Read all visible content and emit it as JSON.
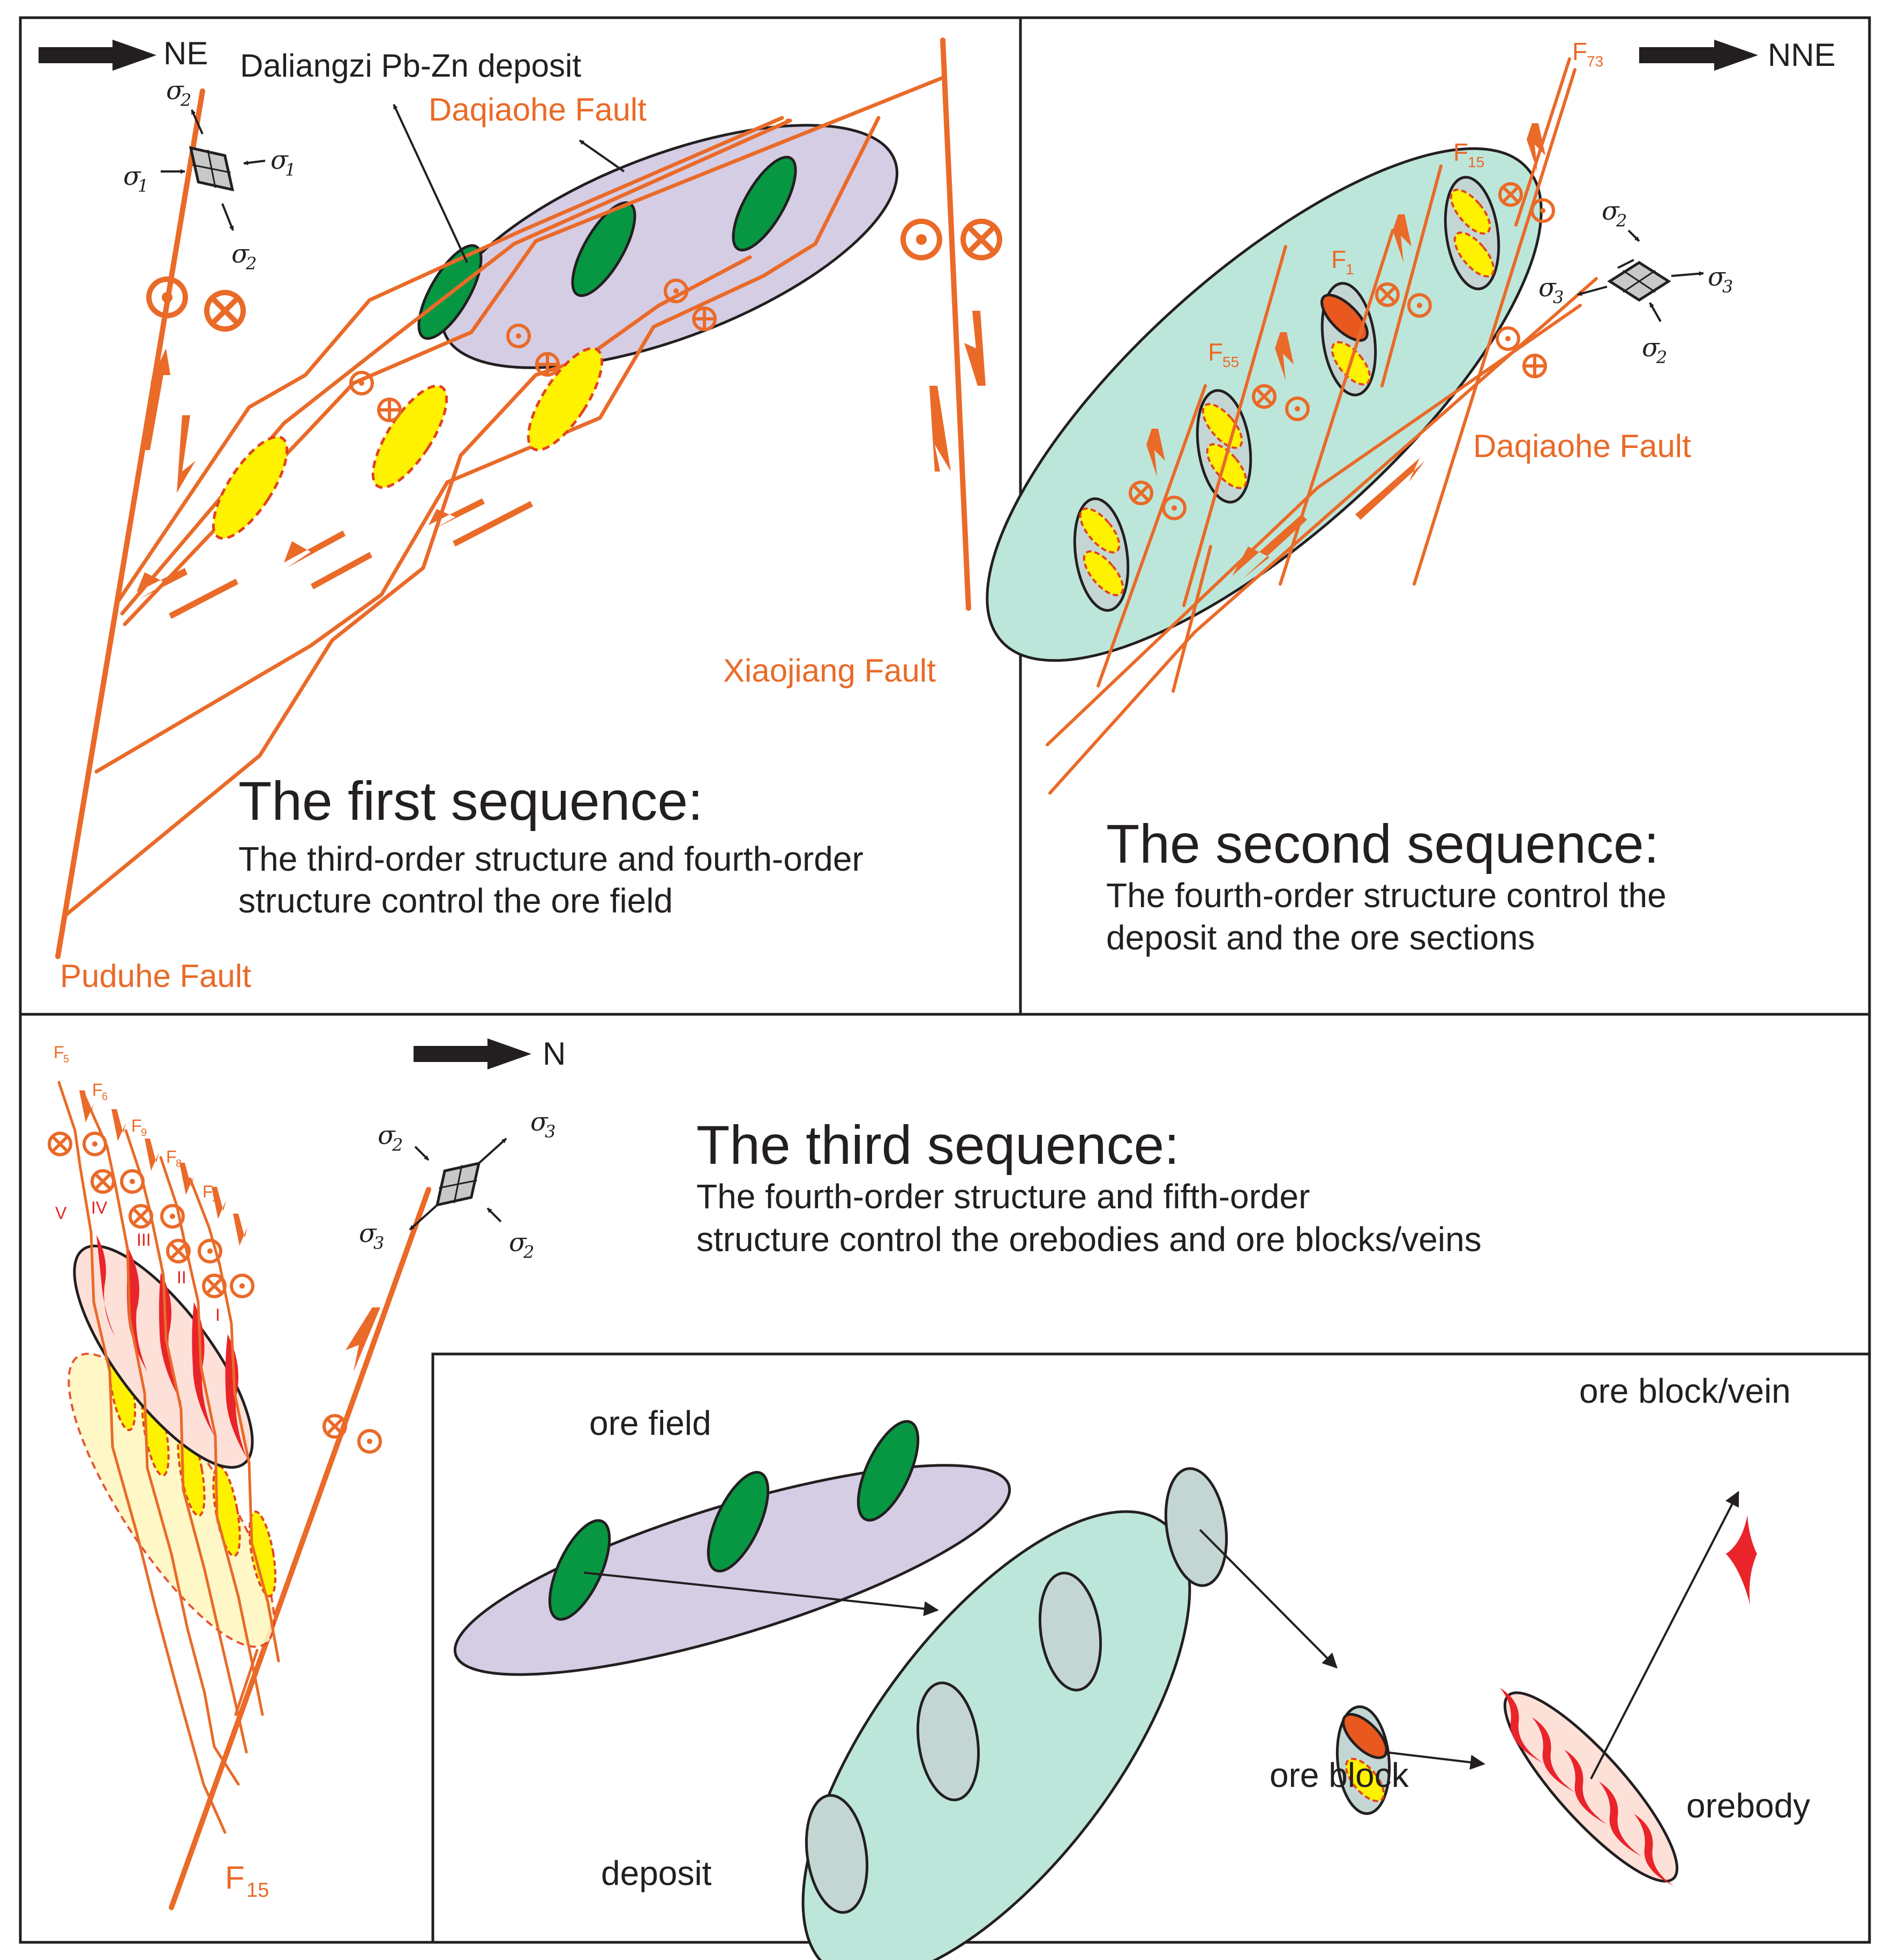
{
  "colors": {
    "fault": "#ea6a28",
    "ore_field_fill": "#d5cde4",
    "deposit_fill": "#bde6da",
    "ore_section_fill": "#c4d6d4",
    "ore_lens_green": "#079742",
    "ore_lens_yellow": "#fff200",
    "ore_block_orange": "#e9581f",
    "orebody_fill": "#fde0d8",
    "vein_red": "#e9242a",
    "text_black": "#231f20"
  },
  "panel1": {
    "direction_label": "NE",
    "deposit_label": "Daliangzi Pb-Zn deposit",
    "daqiaohe_label": "Daqiaohe Fault",
    "xiaojiang_label": "Xiaojiang Fault",
    "puduhe_label": "Puduhe Fault",
    "title": "The first sequence:",
    "desc_line1": "The third-order structure and fourth-order",
    "desc_line2": "structure control the ore field",
    "stress_s1": "σ",
    "stress_s2": "σ",
    "sub_1": "1",
    "sub_2": "2"
  },
  "panel2": {
    "direction_label": "NNE",
    "f73": "F",
    "f73_sub": "73",
    "f15": "F",
    "f15_sub": "15",
    "f1": "F",
    "f1_sub": "1",
    "f55": "F",
    "f55_sub": "55",
    "daqiaohe_label": "Daqiaohe Fault",
    "title": "The second sequence:",
    "desc_line1": "The fourth-order structure control the",
    "desc_line2": "deposit and the ore sections",
    "stress_sym": "σ",
    "sub_2": "2",
    "sub_3": "3"
  },
  "panel3": {
    "direction_label": "N",
    "faults": [
      {
        "name": "F",
        "sub": "5"
      },
      {
        "name": "F",
        "sub": "6"
      },
      {
        "name": "F",
        "sub": "9"
      },
      {
        "name": "F",
        "sub": "8"
      },
      {
        "name": "F",
        "sub": "3"
      }
    ],
    "romans": [
      "V",
      "IV",
      "III",
      "II",
      "I"
    ],
    "f15": "F",
    "f15_sub": "15",
    "title": "The third sequence:",
    "desc_line1": "The fourth-order structure and fifth-order",
    "desc_line2": "structure control the orebodies and ore blocks/veins",
    "stress_sym": "σ",
    "sub_2": "2",
    "sub_3": "3"
  },
  "legend": {
    "ore_field": "ore field",
    "deposit": "deposit",
    "ore_block": "ore block",
    "orebody": "orebody",
    "ore_block_vein": "ore block/vein"
  }
}
